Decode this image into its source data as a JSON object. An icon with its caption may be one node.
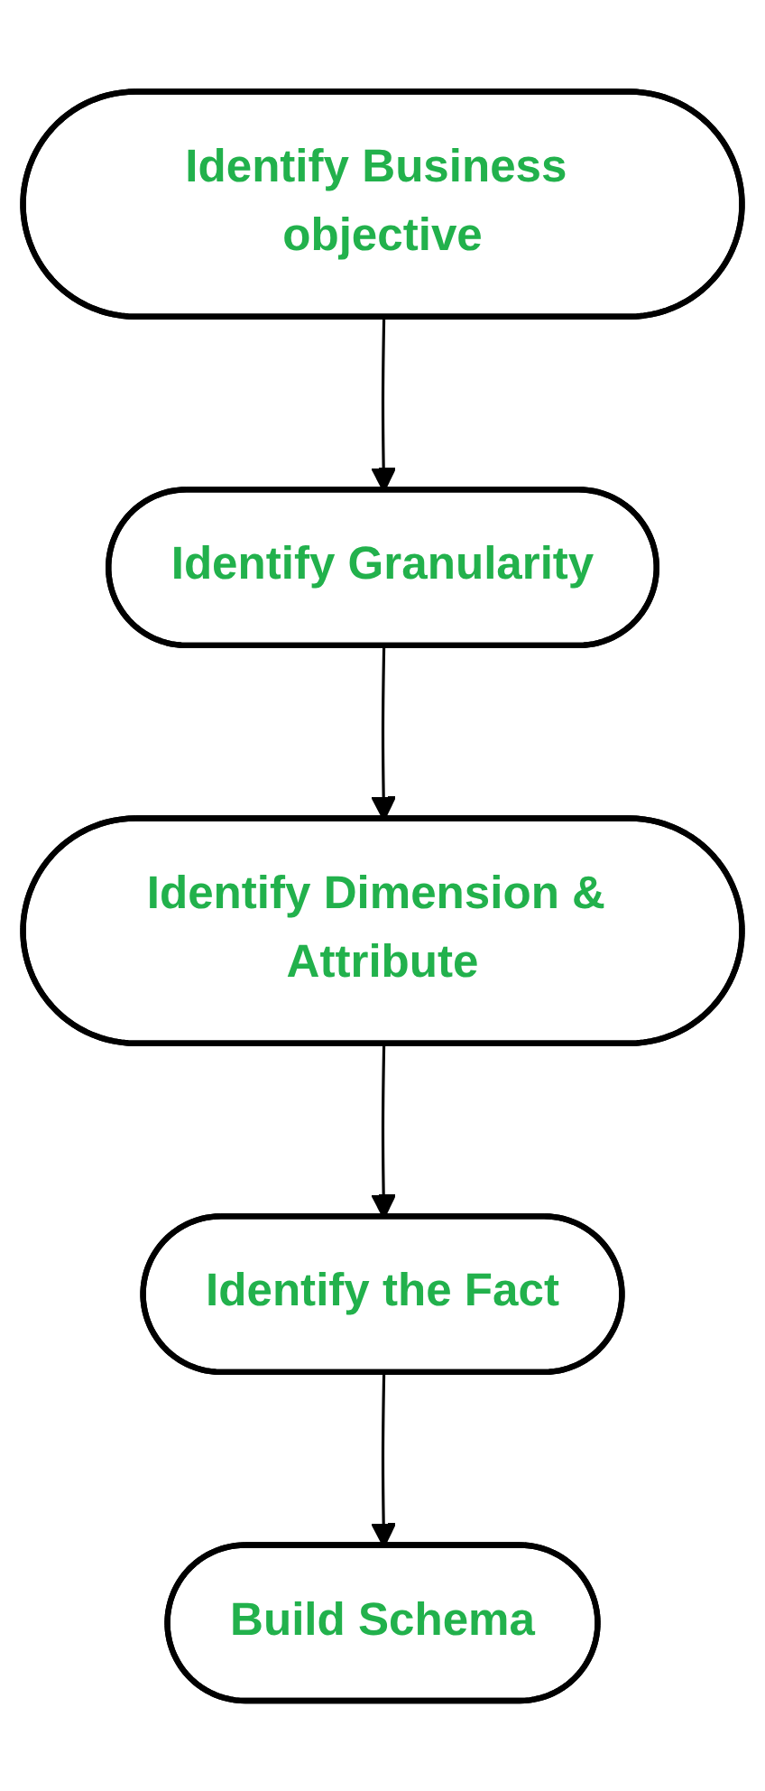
{
  "diagram": {
    "nodes": [
      {
        "text": [
          "Identify Business objective"
        ]
      },
      {
        "text": [
          "Identify Granularity"
        ]
      },
      {
        "text": [
          "Identify Dimension & Attribute"
        ]
      },
      {
        "text": [
          "Identify the Fact"
        ]
      },
      {
        "text": [
          "Build Schema"
        ]
      }
    ],
    "edges": [
      {
        "from": 0,
        "to": 1,
        "arrow": "to"
      },
      {
        "from": 1,
        "to": 2,
        "arrow": "to"
      },
      {
        "from": 2,
        "to": 3,
        "arrow": "to"
      },
      {
        "from": 3,
        "to": 4,
        "arrow": "to"
      }
    ]
  }
}
